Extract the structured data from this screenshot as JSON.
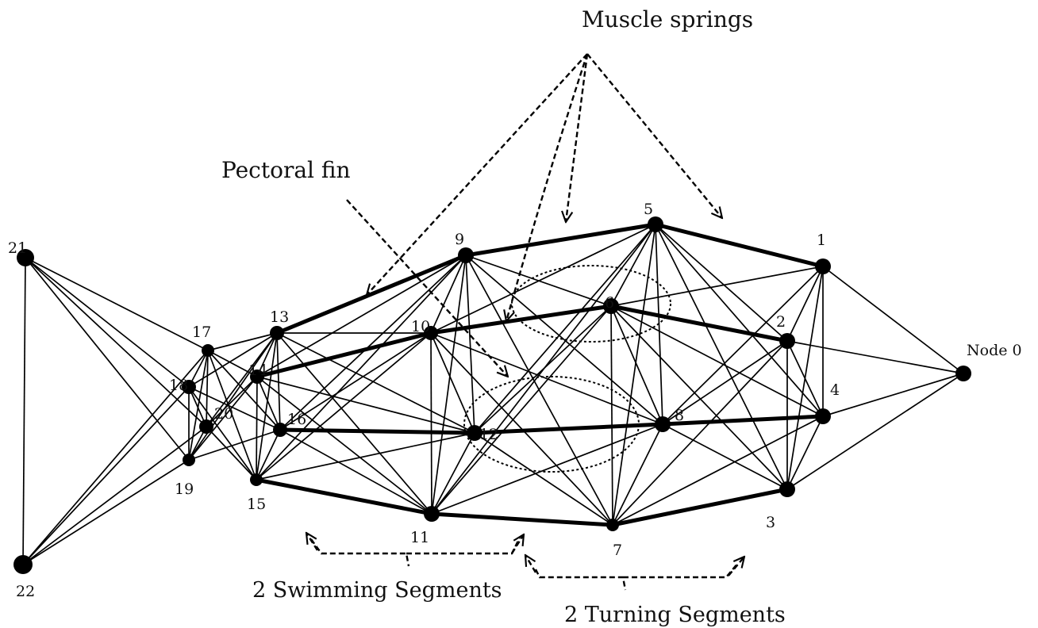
{
  "labels": {
    "muscle_springs": "Muscle springs",
    "pectoral_fin": "Pectoral fin",
    "swimming_segments": "2 Swimming Segments",
    "turning_segments": "2 Turning Segments"
  },
  "nodes": [
    {
      "id": 0,
      "label": "Node 0"
    },
    {
      "id": 1,
      "label": "1"
    },
    {
      "id": 2,
      "label": "2"
    },
    {
      "id": 3,
      "label": "3"
    },
    {
      "id": 4,
      "label": "4"
    },
    {
      "id": 5,
      "label": "5"
    },
    {
      "id": 6,
      "label": "6"
    },
    {
      "id": 7,
      "label": "7"
    },
    {
      "id": 8,
      "label": "8"
    },
    {
      "id": 9,
      "label": "9"
    },
    {
      "id": 10,
      "label": "10"
    },
    {
      "id": 11,
      "label": "11"
    },
    {
      "id": 12,
      "label": "12"
    },
    {
      "id": 13,
      "label": "13"
    },
    {
      "id": 14,
      "label": "14"
    },
    {
      "id": 15,
      "label": "15"
    },
    {
      "id": 16,
      "label": "16"
    },
    {
      "id": 17,
      "label": "17"
    },
    {
      "id": 18,
      "label": "18"
    },
    {
      "id": 19,
      "label": "19"
    },
    {
      "id": 20,
      "label": "20"
    },
    {
      "id": 21,
      "label": "21"
    },
    {
      "id": 22,
      "label": "22"
    }
  ],
  "muscle_springs": [
    [
      9,
      5
    ],
    [
      5,
      1
    ],
    [
      10,
      6
    ],
    [
      6,
      2
    ],
    [
      16,
      12
    ],
    [
      12,
      8
    ],
    [
      8,
      4
    ],
    [
      15,
      11
    ],
    [
      11,
      7
    ],
    [
      7,
      3
    ],
    [
      13,
      9
    ],
    [
      14,
      10
    ]
  ],
  "springs": [
    [
      0,
      1
    ],
    [
      0,
      2
    ],
    [
      0,
      3
    ],
    [
      0,
      4
    ],
    [
      1,
      2
    ],
    [
      1,
      3
    ],
    [
      1,
      4
    ],
    [
      1,
      6
    ],
    [
      1,
      8
    ],
    [
      2,
      3
    ],
    [
      2,
      4
    ],
    [
      2,
      5
    ],
    [
      2,
      7
    ],
    [
      2,
      8
    ],
    [
      3,
      4
    ],
    [
      3,
      5
    ],
    [
      3,
      6
    ],
    [
      3,
      8
    ],
    [
      4,
      5
    ],
    [
      4,
      6
    ],
    [
      4,
      7
    ],
    [
      5,
      6
    ],
    [
      5,
      7
    ],
    [
      5,
      8
    ],
    [
      5,
      10
    ],
    [
      5,
      11
    ],
    [
      5,
      12
    ],
    [
      6,
      7
    ],
    [
      6,
      8
    ],
    [
      6,
      9
    ],
    [
      6,
      11
    ],
    [
      6,
      12
    ],
    [
      7,
      8
    ],
    [
      7,
      9
    ],
    [
      7,
      10
    ],
    [
      7,
      12
    ],
    [
      8,
      9
    ],
    [
      8,
      10
    ],
    [
      8,
      11
    ],
    [
      9,
      10
    ],
    [
      9,
      11
    ],
    [
      9,
      12
    ],
    [
      9,
      14
    ],
    [
      9,
      15
    ],
    [
      9,
      16
    ],
    [
      10,
      11
    ],
    [
      10,
      12
    ],
    [
      10,
      13
    ],
    [
      10,
      15
    ],
    [
      10,
      16
    ],
    [
      11,
      12
    ],
    [
      11,
      13
    ],
    [
      11,
      14
    ],
    [
      11,
      16
    ],
    [
      12,
      13
    ],
    [
      12,
      14
    ],
    [
      12,
      15
    ],
    [
      13,
      14
    ],
    [
      13,
      15
    ],
    [
      13,
      16
    ],
    [
      13,
      17
    ],
    [
      13,
      18
    ],
    [
      13,
      19
    ],
    [
      13,
      20
    ],
    [
      14,
      15
    ],
    [
      14,
      16
    ],
    [
      14,
      17
    ],
    [
      14,
      19
    ],
    [
      14,
      20
    ],
    [
      15,
      16
    ],
    [
      15,
      17
    ],
    [
      15,
      18
    ],
    [
      15,
      20
    ],
    [
      16,
      17
    ],
    [
      16,
      18
    ],
    [
      16,
      19
    ],
    [
      17,
      18
    ],
    [
      17,
      19
    ],
    [
      17,
      20
    ],
    [
      18,
      19
    ],
    [
      18,
      20
    ],
    [
      19,
      20
    ],
    [
      17,
      21
    ],
    [
      18,
      21
    ],
    [
      19,
      21
    ],
    [
      20,
      21
    ],
    [
      17,
      22
    ],
    [
      18,
      22
    ],
    [
      19,
      22
    ],
    [
      20,
      22
    ],
    [
      21,
      22
    ]
  ]
}
